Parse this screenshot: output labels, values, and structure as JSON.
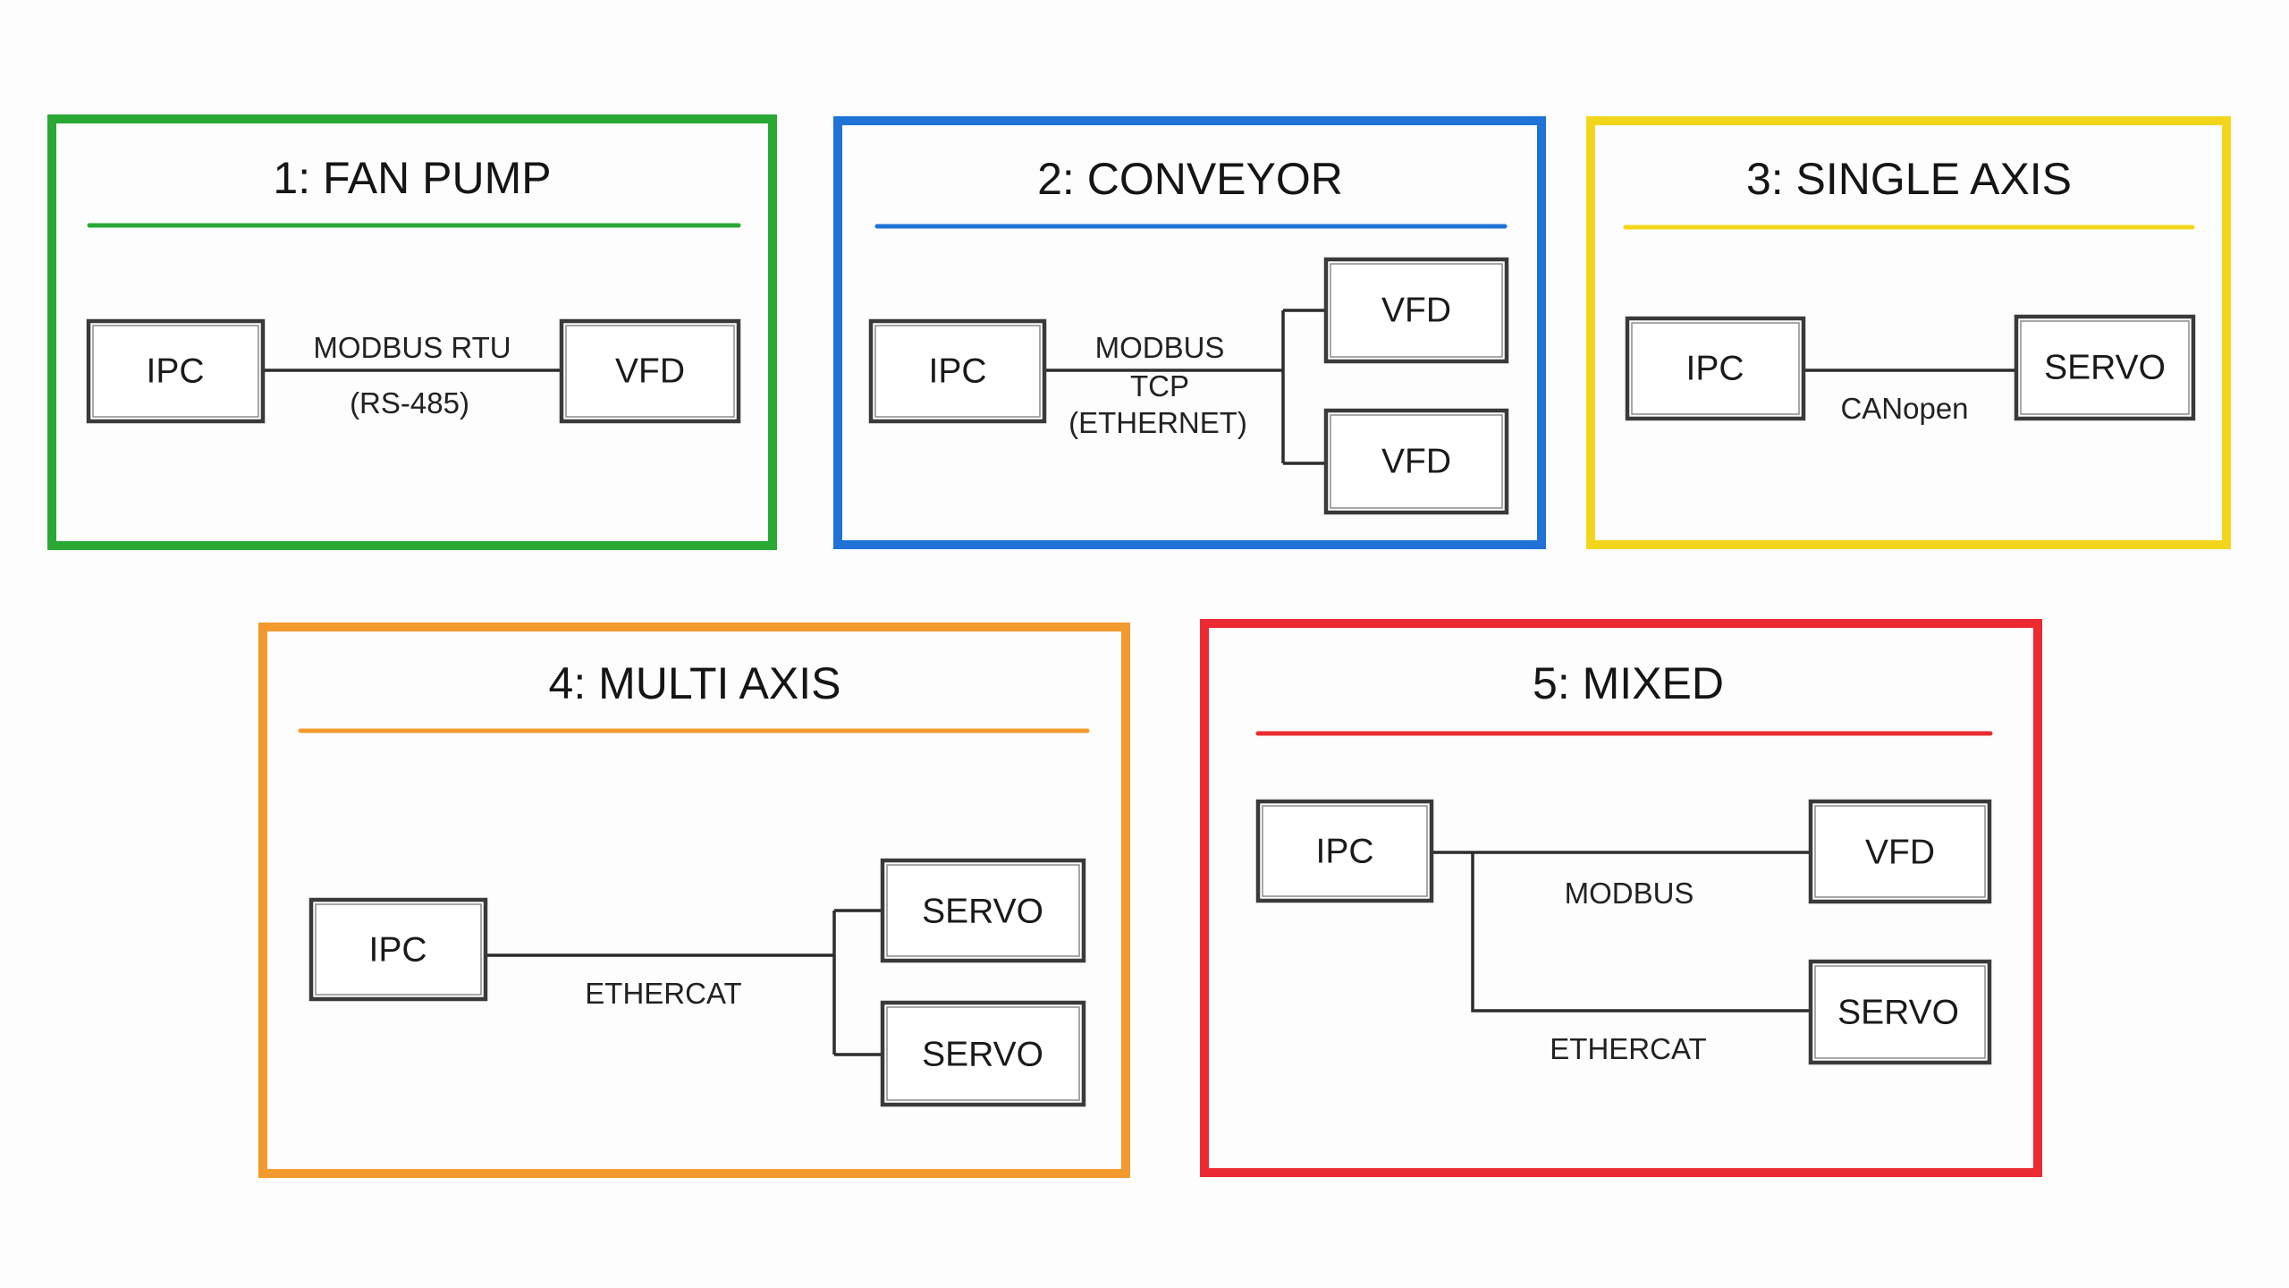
{
  "colors": {
    "green": "#2aa834",
    "blue": "#1f72d6",
    "yellow": "#f3d61c",
    "orange": "#f39a2e",
    "red": "#ec2a32",
    "box_stroke": "#3a3a3a",
    "wire": "#2c2c2c"
  },
  "panels": [
    {
      "title": "1: FAN PUMP",
      "nodes": [
        "IPC",
        "VFD"
      ],
      "labels": [
        "MODBUS RTU",
        "(RS-485)"
      ]
    },
    {
      "title": "2: CONVEYOR",
      "nodes": [
        "IPC",
        "VFD",
        "VFD"
      ],
      "labels": [
        "MODBUS",
        "TCP",
        "(ETHERNET)"
      ]
    },
    {
      "title": "3: SINGLE AXIS",
      "nodes": [
        "IPC",
        "SERVO"
      ],
      "labels": [
        "CANopen"
      ]
    },
    {
      "title": "4: MULTI AXIS",
      "nodes": [
        "IPC",
        "SERVO",
        "SERVO"
      ],
      "labels": [
        "ETHERCAT"
      ]
    },
    {
      "title": "5: MIXED",
      "nodes": [
        "IPC",
        "VFD",
        "SERVO"
      ],
      "labels": [
        "MODBUS",
        "ETHERCAT"
      ]
    }
  ]
}
